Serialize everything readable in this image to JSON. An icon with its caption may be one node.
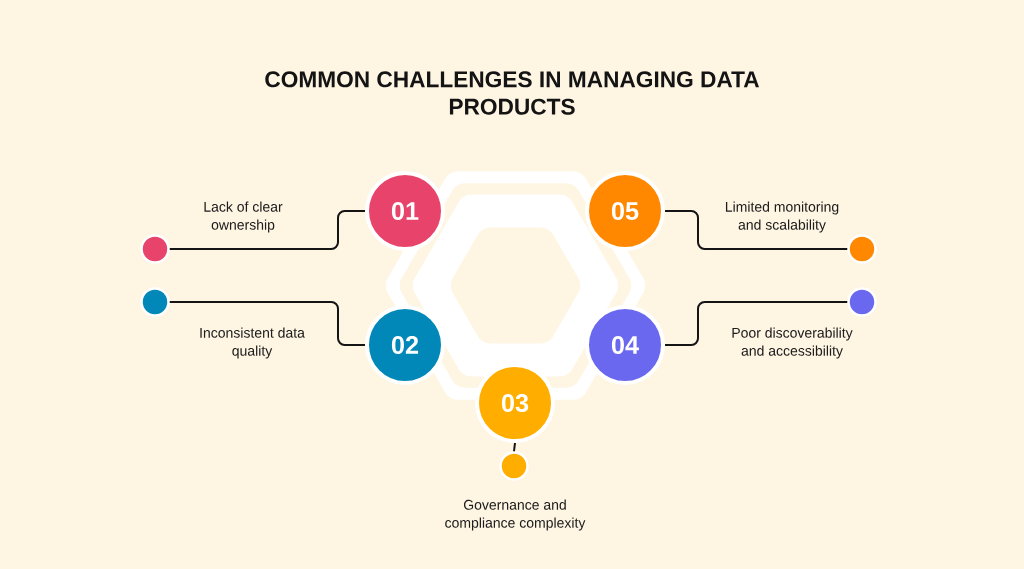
{
  "diagram": {
    "title": "COMMON CHALLENGES IN MANAGING DATA PRODUCTS",
    "nodes": [
      {
        "text": [
          "01"
        ]
      },
      {
        "text": [
          "02"
        ]
      },
      {
        "text": [
          "03"
        ]
      },
      {
        "text": [
          "04"
        ]
      },
      {
        "text": [
          "05"
        ]
      },
      {
        "text": [],
        "shape": "circle",
        "beside": [
          "Lack of clear ownership"
        ]
      },
      {
        "text": [],
        "shape": "circle",
        "beside": [
          "Inconsistent data quality"
        ]
      },
      {
        "text": [],
        "shape": "circle",
        "beside": [
          "Governance and compliance complexity"
        ]
      },
      {
        "text": [],
        "shape": "circle",
        "beside": [
          "Poor discoverability and accessibility"
        ]
      },
      {
        "text": [],
        "shape": "circle",
        "beside": [
          "Limited monitoring and scalability"
        ]
      }
    ],
    "edges": [
      {
        "from": 0,
        "to": 5,
        "arrow": "none"
      },
      {
        "from": 1,
        "to": 6,
        "arrow": "none"
      },
      {
        "from": 2,
        "to": 7,
        "arrow": "none"
      },
      {
        "from": 3,
        "to": 8,
        "arrow": "none"
      },
      {
        "from": 4,
        "to": 9,
        "arrow": "none"
      }
    ]
  }
}
